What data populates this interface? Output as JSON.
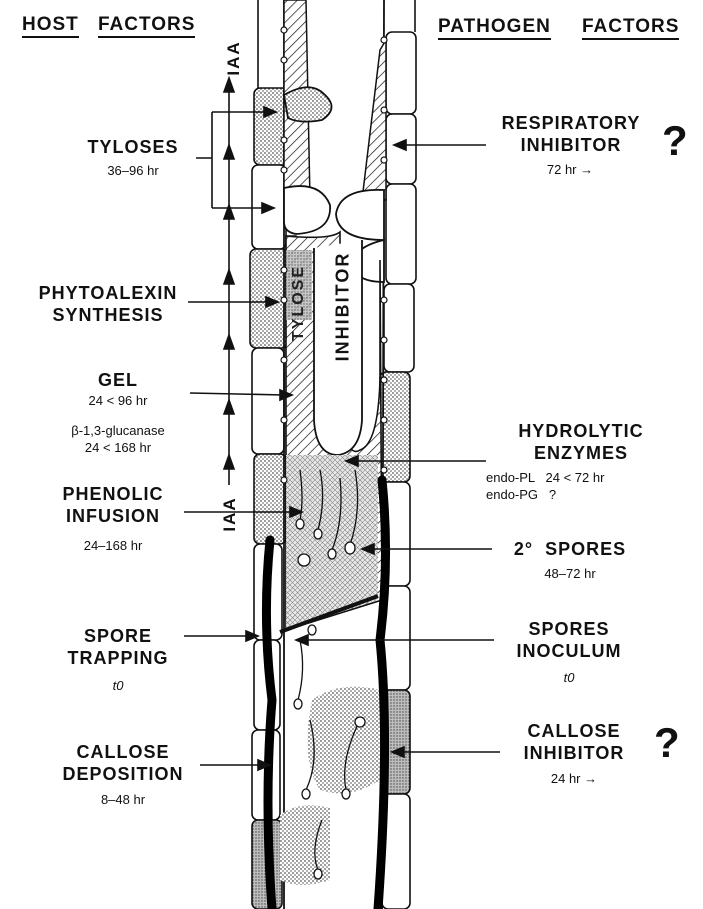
{
  "headers": {
    "host_part1": "HOST",
    "host_part2": "FACTORS",
    "pathogen_part1": "PATHOGEN",
    "pathogen_part2": "FACTORS"
  },
  "host_factors": {
    "tyloses": {
      "name": "TYLOSES",
      "time": "36–96 hr"
    },
    "phytoalexin": {
      "name_line1": "PHYTOALEXIN",
      "name_line2": "SYNTHESIS"
    },
    "gel": {
      "name": "GEL",
      "time": "24 < 96 hr",
      "enzyme": "β-1,3-glucanase",
      "enzyme_time": "24 < 168 hr"
    },
    "phenolic": {
      "name_line1": "PHENOLIC",
      "name_line2": "INFUSION",
      "time": "24–168 hr"
    },
    "spore_trapping": {
      "name_line1": "SPORE",
      "name_line2": "TRAPPING",
      "time": "t0"
    },
    "callose": {
      "name_line1": "CALLOSE",
      "name_line2": "DEPOSITION",
      "time": "8–48 hr"
    }
  },
  "pathogen_factors": {
    "respiratory": {
      "name_line1": "RESPIRATORY",
      "name_line2": "INHIBITOR",
      "time": "72 hr →",
      "mark": "?"
    },
    "hydrolytic": {
      "name_line1": "HYDROLYTIC",
      "name_line2": "ENZYMES",
      "pl": "endo-PL   24 < 72 hr",
      "pg": "endo-PG   ?"
    },
    "secondary_spores": {
      "name": "2°  SPORES",
      "time": "48–72 hr"
    },
    "spores_inoculum": {
      "name_line1": "SPORES",
      "name_line2": "INOCULUM",
      "time": "t0"
    },
    "callose_inhibitor": {
      "name_line1": "CALLOSE",
      "name_line2": "INHIBITOR",
      "time": "24 hr →",
      "mark": "?"
    }
  },
  "vessel_labels": {
    "iaa_top": "IAA",
    "iaa_bottom": "IAA",
    "inhibitor": "INHIBITOR",
    "tylose": "TYLOSE"
  }
}
